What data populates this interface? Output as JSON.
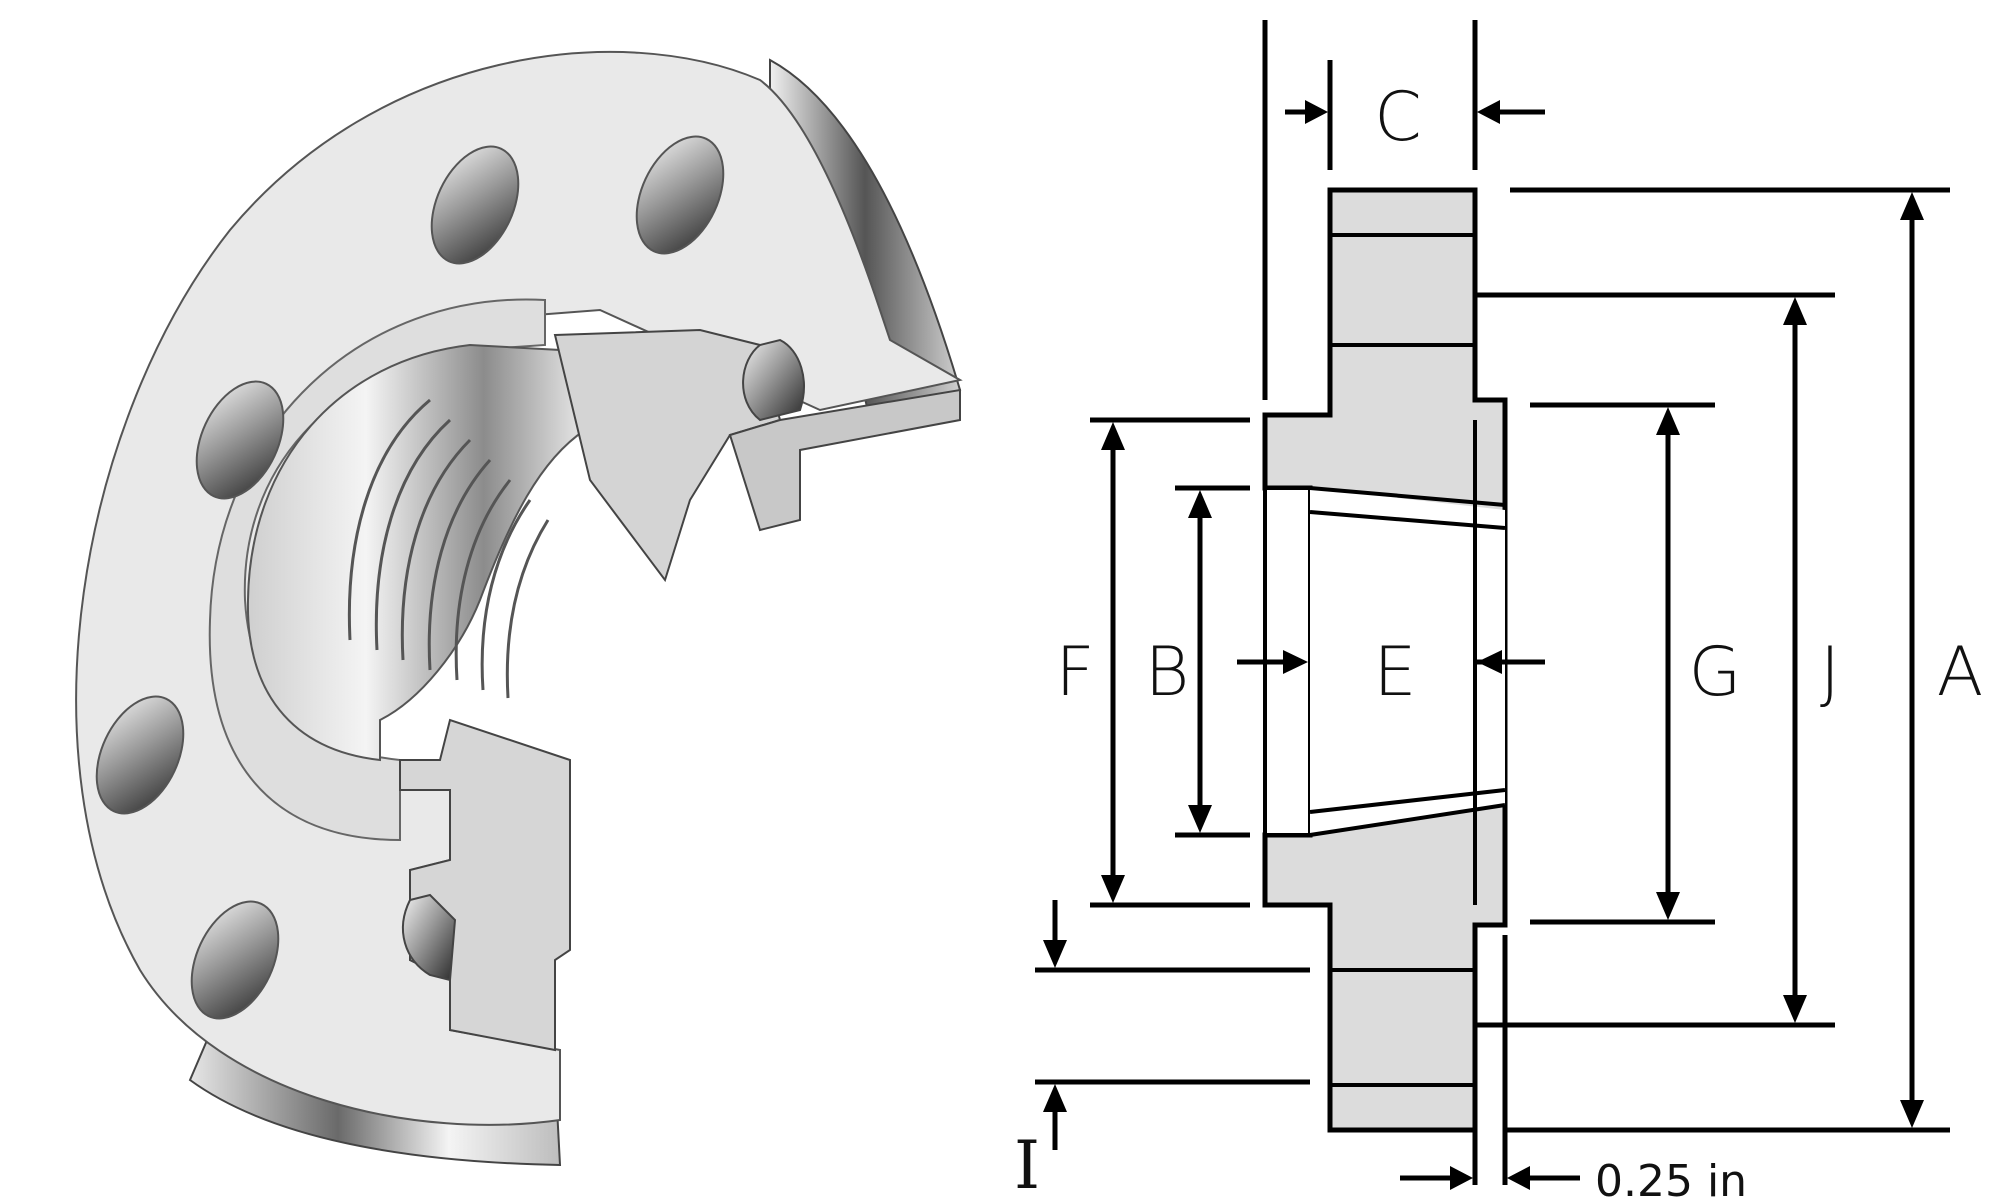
{
  "figure": {
    "left_view": "threaded-flange-cutaway",
    "right_view": "flange-section-dimensions"
  },
  "dimensions": {
    "A": "A",
    "B": "B",
    "C": "C",
    "E": "E",
    "F": "F",
    "G": "G",
    "I": "I",
    "J": "J",
    "note": "0.25 in"
  },
  "colors": {
    "line": "#000000",
    "section_fill": "#dcdcdc",
    "flange_face": "#e8e8e8"
  }
}
